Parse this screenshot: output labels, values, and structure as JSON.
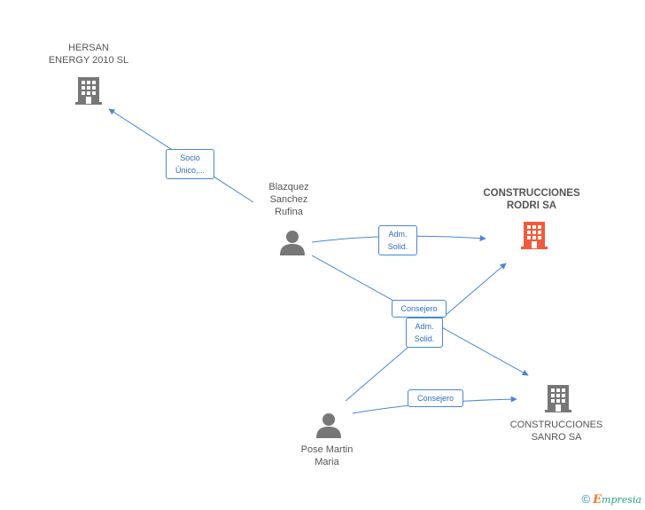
{
  "nodes": {
    "hersan": {
      "label": "HERSAN\nENERGY 2010 SL",
      "type": "company",
      "color": "#777777"
    },
    "rodri": {
      "label": "CONSTRUCCIONES\nRODRI SA",
      "type": "company",
      "color": "#f15a3a"
    },
    "sanro": {
      "label": "CONSTRUCCIONES\nSANRO SA",
      "type": "company",
      "color": "#777777"
    },
    "blazquez": {
      "label": "Blazquez\nSanchez\nRufina",
      "type": "person",
      "color": "#777777"
    },
    "pose": {
      "label": "Pose Martin\nMaria",
      "type": "person",
      "color": "#777777"
    }
  },
  "edges": {
    "socio": {
      "label": "Socio\nÚnico,..."
    },
    "adm1": {
      "label": "Adm.\nSolid."
    },
    "consejero1": {
      "label": "Consejero"
    },
    "adm2": {
      "label": "Adm.\nSolid."
    },
    "consejero2": {
      "label": "Consejero"
    }
  },
  "colors": {
    "edge": "#4a86d4"
  },
  "footer": {
    "copyright": "©",
    "brand_first": "E",
    "brand_rest": "mpresia"
  }
}
